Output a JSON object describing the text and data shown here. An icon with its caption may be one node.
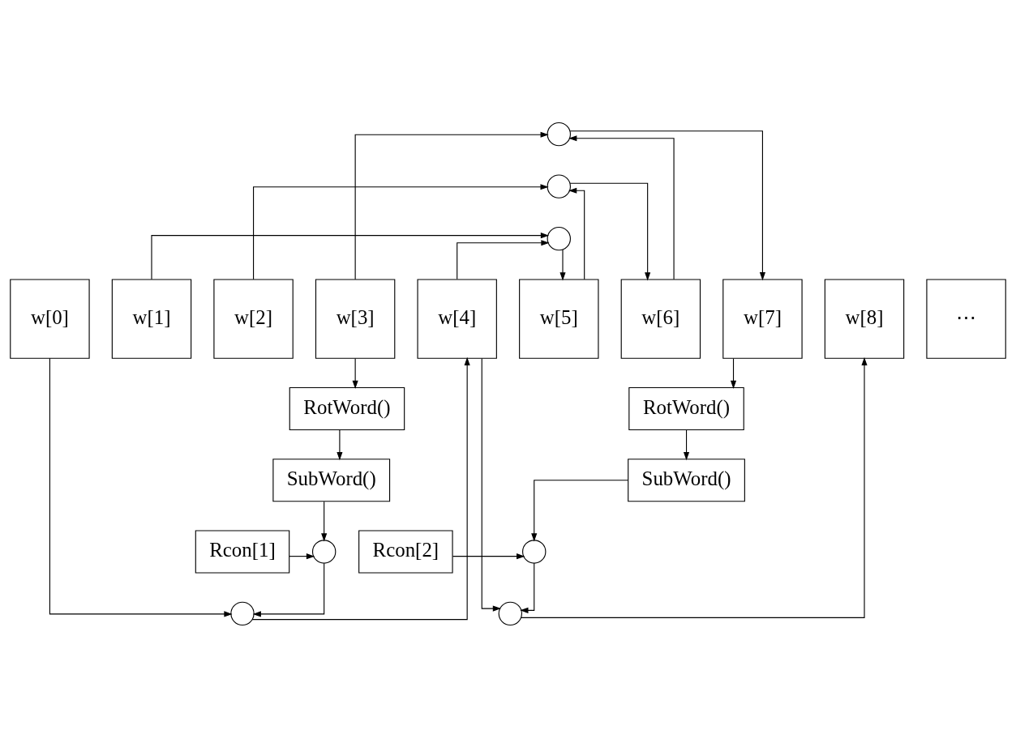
{
  "diagram": {
    "nodes": [
      {
        "text": [],
        "shape": "circle"
      },
      {
        "text": [],
        "shape": "circle"
      },
      {
        "text": [],
        "shape": "circle"
      },
      {
        "text": [
          "w[0]"
        ]
      },
      {
        "text": [
          "w[1]"
        ]
      },
      {
        "text": [
          "w[2]"
        ]
      },
      {
        "text": [
          "w[3]"
        ]
      },
      {
        "text": [
          "w[4]"
        ]
      },
      {
        "text": [
          "w[5]"
        ]
      },
      {
        "text": [
          "w[6]"
        ]
      },
      {
        "text": [
          "w[7]"
        ]
      },
      {
        "text": [
          "w[8]"
        ]
      },
      {
        "text": [
          "⋯"
        ]
      },
      {
        "text": [
          "RotWord()"
        ]
      },
      {
        "text": [
          "RotWord()"
        ]
      },
      {
        "text": [
          "SubWord()"
        ]
      },
      {
        "text": [
          "SubWord()"
        ]
      },
      {
        "text": [
          "Rcon[1]"
        ]
      },
      {
        "text": [],
        "shape": "circle"
      },
      {
        "text": [
          "Rcon[2]"
        ]
      },
      {
        "text": [],
        "shape": "circle"
      },
      {
        "text": [],
        "shape": "circle"
      },
      {
        "text": [],
        "shape": "circle"
      }
    ],
    "edges": [
      {
        "from": 4,
        "to": 2,
        "arrow": "to"
      },
      {
        "from": 7,
        "to": 2,
        "arrow": "to"
      },
      {
        "from": 2,
        "to": 8,
        "arrow": "to"
      },
      {
        "from": 5,
        "to": 1,
        "arrow": "to"
      },
      {
        "from": 8,
        "to": 1,
        "arrow": "to"
      },
      {
        "from": 1,
        "to": 9,
        "arrow": "to"
      },
      {
        "from": 6,
        "to": 0,
        "arrow": "to"
      },
      {
        "from": 9,
        "to": 0,
        "arrow": "to"
      },
      {
        "from": 0,
        "to": 10,
        "arrow": "to"
      },
      {
        "from": 6,
        "to": 13,
        "arrow": "to"
      },
      {
        "from": 13,
        "to": 15,
        "arrow": "to"
      },
      {
        "from": 15,
        "to": 18,
        "arrow": "to"
      },
      {
        "from": 17,
        "to": 18,
        "arrow": "to"
      },
      {
        "from": 18,
        "to": 21,
        "arrow": "to"
      },
      {
        "from": 3,
        "to": 21,
        "arrow": "to"
      },
      {
        "from": 21,
        "to": 7,
        "arrow": "to"
      },
      {
        "from": 10,
        "to": 14,
        "arrow": "to"
      },
      {
        "from": 14,
        "to": 16,
        "arrow": "to"
      },
      {
        "from": 16,
        "to": 20,
        "arrow": "to"
      },
      {
        "from": 19,
        "to": 20,
        "arrow": "to"
      },
      {
        "from": 20,
        "to": 22,
        "arrow": "to"
      },
      {
        "from": 7,
        "to": 22,
        "arrow": "to"
      },
      {
        "from": 22,
        "to": 11,
        "arrow": "to"
      }
    ]
  }
}
